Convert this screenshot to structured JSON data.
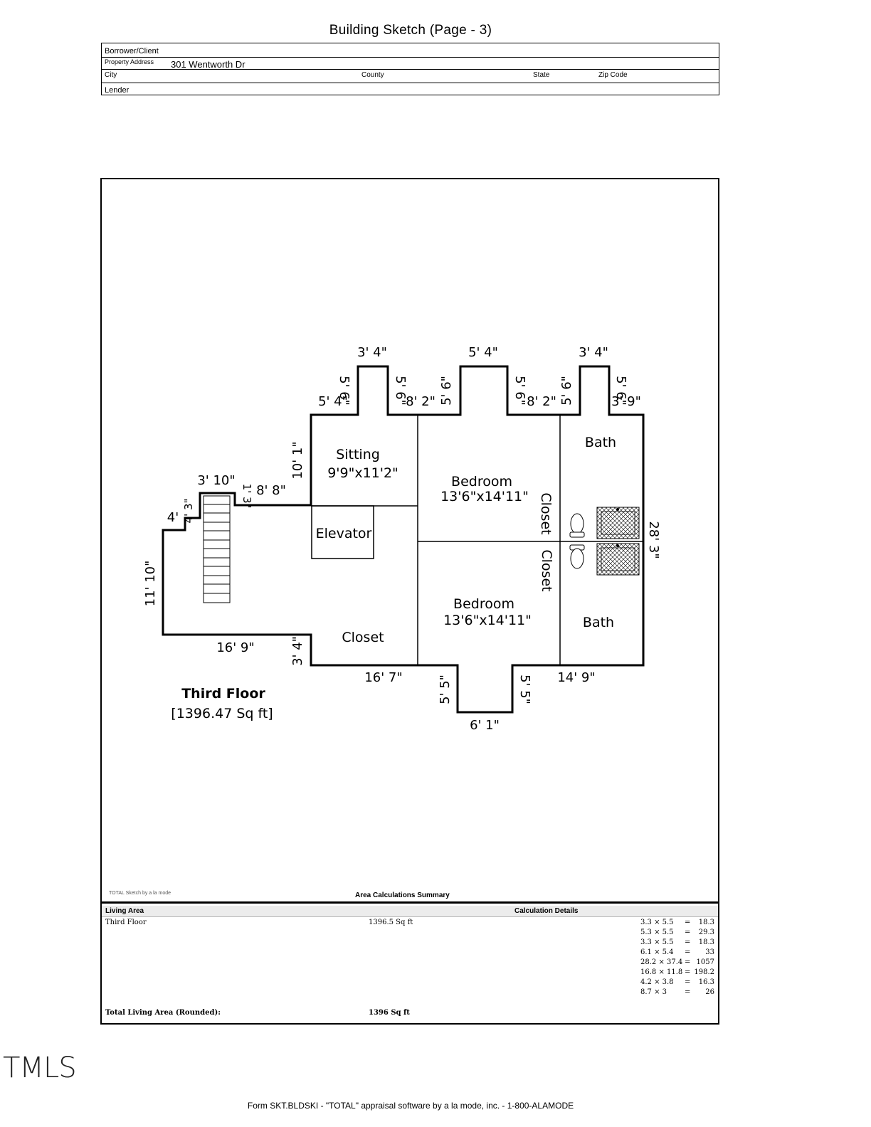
{
  "document": {
    "title": "Building Sketch (Page - 3)",
    "footer": "Form SKT.BLDSKI - \"TOTAL\" appraisal software by a la mode, inc. - 1-800-ALAMODE",
    "logo": "TMLS"
  },
  "header": {
    "borrower_label": "Borrower/Client",
    "property_address_label": "Property Address",
    "property_address": "301 Wentworth Dr",
    "city_label": "City",
    "county_label": "County",
    "state_label": "State",
    "zip_label": "Zip Code",
    "lender_label": "Lender"
  },
  "sketch": {
    "floor_name": "Third Floor",
    "floor_area": "[1396.47 Sq ft]",
    "rooms": {
      "sitting": "Sitting",
      "sitting_dim": "9'9\"x11'2\"",
      "bedroom1": "Bedroom",
      "bedroom1_dim": "13'6\"x14'11\"",
      "bedroom2": "Bedroom",
      "bedroom2_dim": "13'6\"x14'11\"",
      "bath1": "Bath",
      "bath2": "Bath",
      "elevator": "Elevator",
      "closet_main": "Closet",
      "closet_upper": "Closet",
      "closet_lower": "Closet"
    },
    "dimensions": {
      "top_left_bump": "3' 4\"",
      "top_mid_bump": "5' 4\"",
      "top_right_bump": "3' 4\"",
      "left_bump_left": "5' 6\"",
      "left_bump_right": "5' 6\"",
      "mid_bump_left": "5' 6\"",
      "mid_bump_right": "5' 6\"",
      "right_bump_left": "5' 6\"",
      "right_bump_right": "5' 6\"",
      "top_5_4": "5' 4\"",
      "top_8_2_a": "8' 2\"",
      "top_8_2_b": "8' 2\"",
      "top_3_9": "3' 9\"",
      "left_10_1": "10' 1\"",
      "step_8_8": "8' 8\"",
      "step_1_3": "1' 3\"",
      "stair_3_10": "3' 10\"",
      "stair_4_3": "4' 3\"",
      "left_4": "4'",
      "left_11_10": "11' 10\"",
      "bottom_16_9": "16' 9\"",
      "bottom_3_4": "3' 4\"",
      "bottom_16_7": "16' 7\"",
      "bottom_bump_left": "5' 5\"",
      "bottom_bump_right": "5' 5\"",
      "bottom_6_1": "6' 1\"",
      "bottom_14_9": "14' 9\"",
      "right_28_3": "28' 3\""
    }
  },
  "summary": {
    "credit": "TOTAL Sketch by a la mode",
    "title": "Area Calculations Summary",
    "living_area_header": "Living Area",
    "calc_details_header": "Calculation Details",
    "rows": [
      {
        "name": "Third Floor",
        "area": "1396.5 Sq ft"
      }
    ],
    "calculations": [
      {
        "expr": "3.3 × 5.5",
        "eq": "=",
        "result": "18.3"
      },
      {
        "expr": "5.3 × 5.5",
        "eq": "=",
        "result": "29.3"
      },
      {
        "expr": "3.3 × 5.5",
        "eq": "=",
        "result": "18.3"
      },
      {
        "expr": "6.1 × 5.4",
        "eq": "=",
        "result": "33"
      },
      {
        "expr": "28.2 × 37.4",
        "eq": "=",
        "result": "1057"
      },
      {
        "expr": "16.8 × 11.8",
        "eq": "=",
        "result": "198.2"
      },
      {
        "expr": "4.2 × 3.8",
        "eq": "=",
        "result": "16.3"
      },
      {
        "expr": "8.7 × 3",
        "eq": "=",
        "result": "26"
      }
    ],
    "total_label": "Total Living Area (Rounded):",
    "total_value": "1396 Sq ft"
  }
}
